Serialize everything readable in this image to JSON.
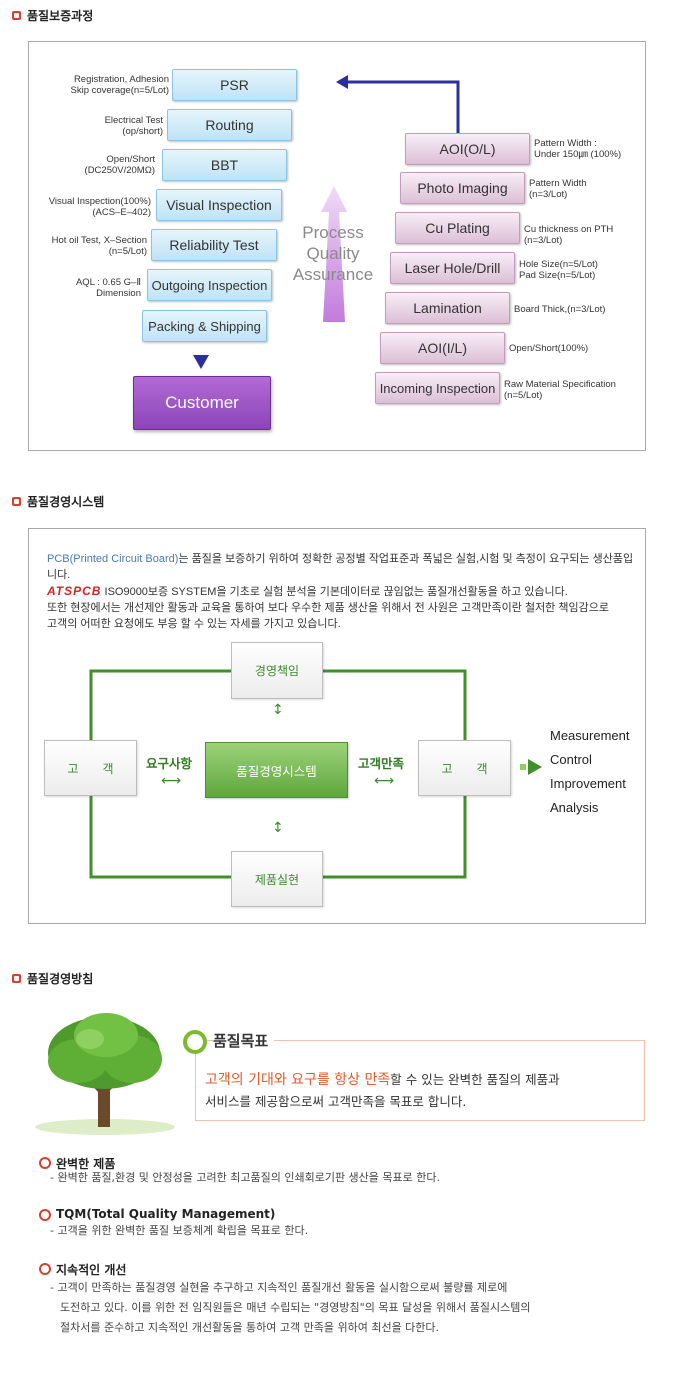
{
  "sections": {
    "s1_title": "품질보증과정",
    "s2_title": "품질경영시스템",
    "s3_title": "품질경영방침"
  },
  "process": {
    "left_steps": [
      {
        "label": "PSR",
        "note_l1": "Registration, Adhesion",
        "note_l2": "Skip coverage(n=5/Lot)"
      },
      {
        "label": "Routing",
        "note_l1": "Electrical Test",
        "note_l2": "(op/short)"
      },
      {
        "label": "BBT",
        "note_l1": "Open/Short",
        "note_l2": "(DC250V/20MΩ)"
      },
      {
        "label": "Visual Inspection",
        "note_l1": "Visual Inspection(100%)",
        "note_l2": "(ACS–E–402)"
      },
      {
        "label": "Reliability Test",
        "note_l1": "Hot oil Test, X–Section",
        "note_l2": "(n=5/Lot)"
      },
      {
        "label": "Outgoing Inspection",
        "note_l1": "AQL : 0.65 G–Ⅱ",
        "note_l2": "Dimension"
      },
      {
        "label": "Packing & Shipping",
        "note_l1": "",
        "note_l2": ""
      }
    ],
    "customer": "Customer",
    "center_l1": "Process",
    "center_l2": "Quality",
    "center_l3": "Assurance",
    "right_steps": [
      {
        "label": "AOI(O/L)",
        "note_l1": "Pattern Width :",
        "note_l2": "Under 150㎛ (100%)"
      },
      {
        "label": "Photo Imaging",
        "note_l1": "Pattern Width",
        "note_l2": "(n=3/Lot)"
      },
      {
        "label": "Cu Plating",
        "note_l1": "Cu thickness on PTH",
        "note_l2": "(n=3/Lot)"
      },
      {
        "label": "Laser Hole/Drill",
        "note_l1": "Hole Size(n=5/Lot)",
        "note_l2": "Pad Size(n=5/Lot)"
      },
      {
        "label": "Lamination",
        "note_l1": "Board Thick,(n=3/Lot)",
        "note_l2": ""
      },
      {
        "label": "AOI(I/L)",
        "note_l1": "Open/Short(100%)",
        "note_l2": ""
      },
      {
        "label": "Incoming Inspection",
        "note_l1": "Raw Material Specification",
        "note_l2": "(n=5/Lot)"
      }
    ]
  },
  "qms": {
    "intro_pcb": "PCB(Printed Circuit Board)",
    "intro_l1_rest": "는 품질을 보증하기 위하여 정확한 공정별 작업표준과 폭넓은 실험,시험 및 측정이 요구되는 생산품입니다.",
    "logo": "ATSPCB",
    "intro_l2_rest": " ISO9000보증 SYSTEM을 기초로 실험 분석을 기본데이터로 끊임없는 품질개선활동을 하고 있습니다.",
    "intro_l3": "또한 현장에서는 개선제안 활동과 교육을 통하여 보다 우수한 제품 생산을 위해서 전 사원은 고객만족이란 철저한 책임감으로",
    "intro_l4": "고객의 어떠한 요청에도 부응 할 수 있는 자세를 가지고 있습니다.",
    "top_box": "경영책임",
    "bottom_box": "제품실현",
    "left_box": "고　　객",
    "right_box": "고　　객",
    "center_box": "품질경영시스템",
    "left_label": "요구사항",
    "right_label": "고객만족",
    "outputs": [
      "Measurement",
      "Control",
      "Improvement",
      "Analysis"
    ]
  },
  "policy": {
    "goal_title": "품질목표",
    "goal_em": "고객의 기대와 요구를 항상 만족",
    "goal_rest": "할 수 있는 완벽한 품질의 제품과",
    "goal_l2": "서비스를 제공함으로써 고객만족을 목표로 합니다.",
    "items": [
      {
        "title": "완벽한 제품",
        "lines": [
          "- 완벽한 품질,환경 및 안정성을 고려한 최고품질의 인쇄회로기판 생산을 목표로 한다."
        ]
      },
      {
        "title": "TQM(Total Quality Management)",
        "lines": [
          "- 고객을 위한 완벽한 품질 보증체계 확립을 목표로 한다."
        ]
      },
      {
        "title": "지속적인 개선",
        "lines": [
          "- 고객이 만족하는 품질경영 실현을 추구하고 지속적인 품질개선 활동을 실시함으로써 불량률 제로에",
          "도전하고 있다. 이를 위한 전 임직원들은 매년 수립되는 \"경영방침\"의 목표 달성을 위해서 품질시스템의",
          "절차서를 준수하고 지속적인 개선활동을 통하여 고객 만족을 위하여 최선을 다한다."
        ]
      }
    ]
  },
  "colors": {
    "section_bullet": "#d8402a",
    "customer_purple": "#8b45b8",
    "green_system": "#5fa73c",
    "goal_orange": "#e8582a"
  }
}
